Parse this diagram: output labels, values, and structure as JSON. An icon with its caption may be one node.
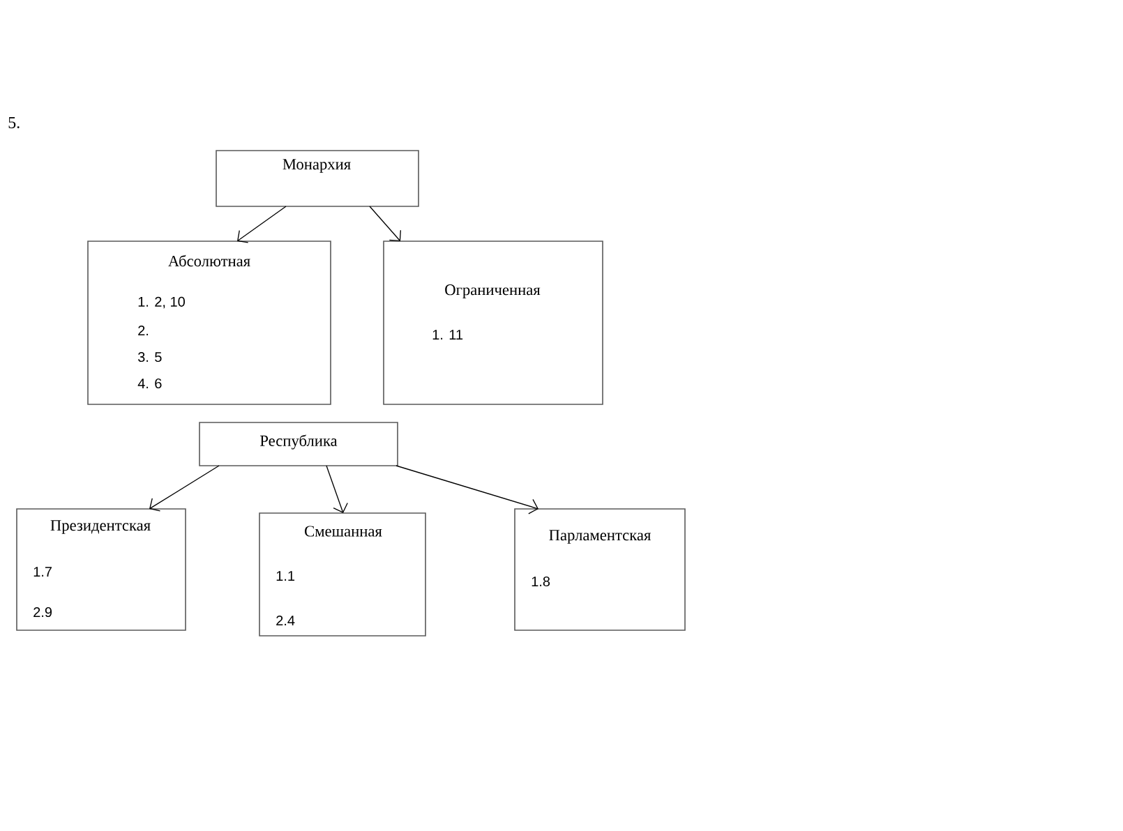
{
  "diagram": {
    "nodes": [
      {
        "text": [
          "Монархия"
        ]
      },
      {
        "text": [
          "Абсолютная",
          "1. 2, 10",
          "2.",
          "3. 5",
          "4. 6"
        ]
      },
      {
        "text": [
          "Ограниченная",
          "1. 11"
        ]
      },
      {
        "text": [
          "Республика"
        ]
      },
      {
        "text": [
          "Президентская",
          "1.7",
          "2.9"
        ]
      },
      {
        "text": [
          "Смешанная",
          "1.1",
          "2.4"
        ]
      },
      {
        "text": [
          "Парламентская",
          "1.8"
        ]
      }
    ],
    "edges": [
      {
        "from": 0,
        "to": 1,
        "arrow": "to"
      },
      {
        "from": 0,
        "to": 2,
        "arrow": "to"
      },
      {
        "from": 3,
        "to": 4,
        "arrow": "to"
      },
      {
        "from": 3,
        "to": 5,
        "arrow": "to"
      },
      {
        "from": 3,
        "to": 6,
        "arrow": "to"
      }
    ],
    "labels": [
      "5."
    ]
  }
}
